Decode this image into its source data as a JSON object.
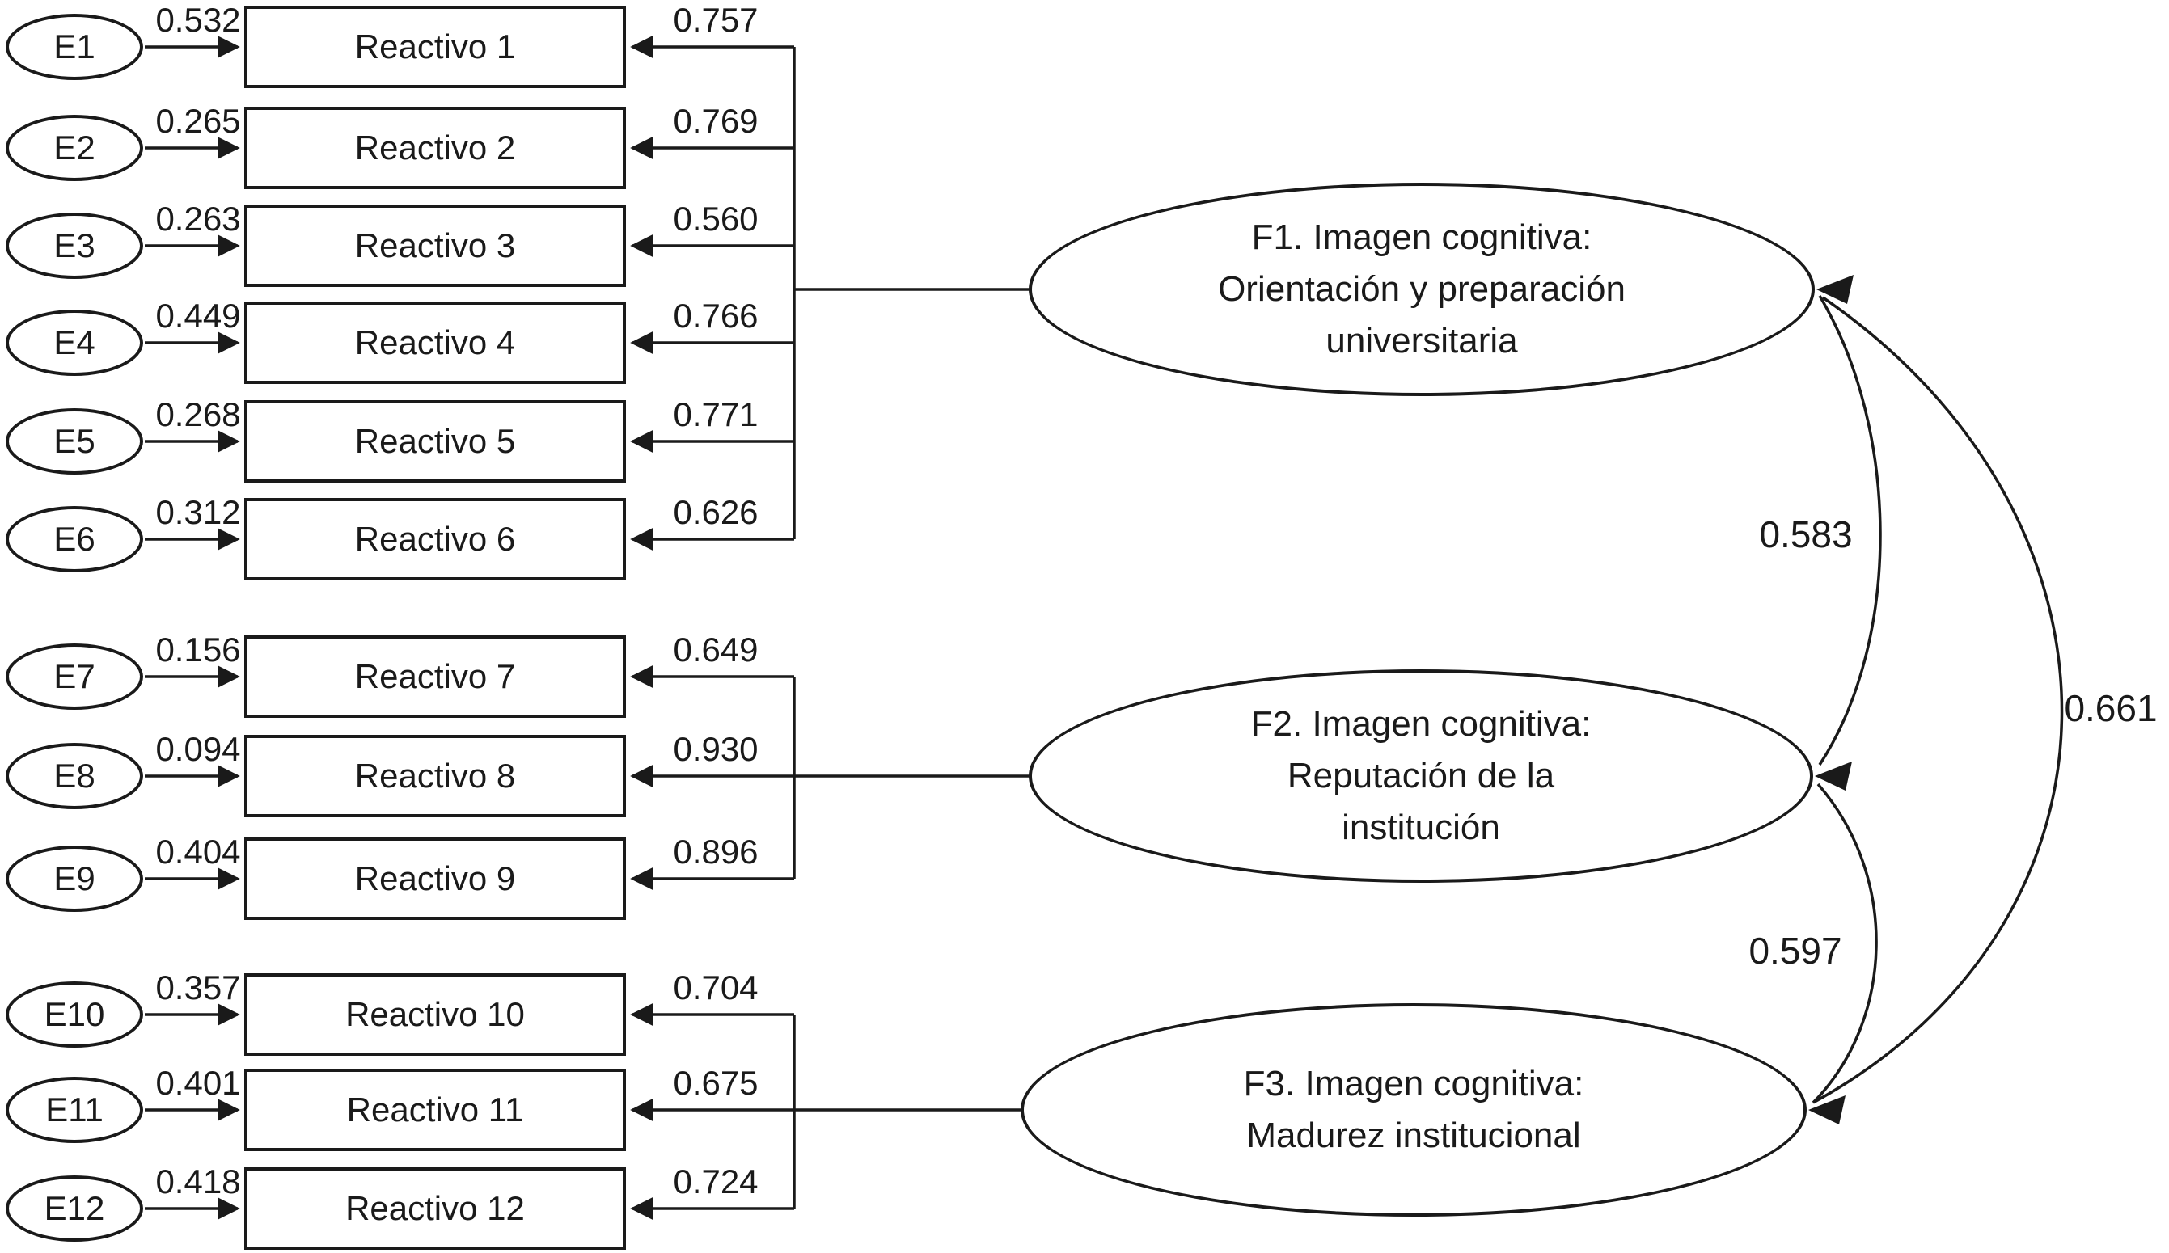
{
  "figure": {
    "type": "confirmatory-factor-path-diagram",
    "colors": {
      "ink": "#1a1a1a",
      "background": "#ffffff"
    },
    "rows": [
      {
        "error": "E1",
        "error_variance": "0.532",
        "item": "Reactivo 1",
        "loading": "0.757",
        "factor": "F1"
      },
      {
        "error": "E2",
        "error_variance": "0.265",
        "item": "Reactivo 2",
        "loading": "0.769",
        "factor": "F1"
      },
      {
        "error": "E3",
        "error_variance": "0.263",
        "item": "Reactivo 3",
        "loading": "0.560",
        "factor": "F1"
      },
      {
        "error": "E4",
        "error_variance": "0.449",
        "item": "Reactivo 4",
        "loading": "0.766",
        "factor": "F1"
      },
      {
        "error": "E5",
        "error_variance": "0.268",
        "item": "Reactivo 5",
        "loading": "0.771",
        "factor": "F1"
      },
      {
        "error": "E6",
        "error_variance": "0.312",
        "item": "Reactivo 6",
        "loading": "0.626",
        "factor": "F1"
      },
      {
        "error": "E7",
        "error_variance": "0.156",
        "item": "Reactivo 7",
        "loading": "0.649",
        "factor": "F2"
      },
      {
        "error": "E8",
        "error_variance": "0.094",
        "item": "Reactivo 8",
        "loading": "0.930",
        "factor": "F2"
      },
      {
        "error": "E9",
        "error_variance": "0.404",
        "item": "Reactivo 9",
        "loading": "0.896",
        "factor": "F2"
      },
      {
        "error": "E10",
        "error_variance": "0.357",
        "item": "Reactivo 10",
        "loading": "0.704",
        "factor": "F3"
      },
      {
        "error": "E11",
        "error_variance": "0.401",
        "item": "Reactivo 11",
        "loading": "0.675",
        "factor": "F3"
      },
      {
        "error": "E12",
        "error_variance": "0.418",
        "item": "Reactivo 12",
        "loading": "0.724",
        "factor": "F3"
      }
    ],
    "factors": [
      {
        "id": "F1",
        "lines": [
          "F1. Imagen cognitiva:",
          "Orientación y preparación",
          "universitaria"
        ]
      },
      {
        "id": "F2",
        "lines": [
          "F2. Imagen cognitiva:",
          "Reputación de la",
          "institución"
        ]
      },
      {
        "id": "F3",
        "lines": [
          "F3. Imagen cognitiva:",
          "Madurez institucional"
        ]
      }
    ],
    "correlations": [
      {
        "pair": "F1-F2",
        "value": "0.583"
      },
      {
        "pair": "F2-F3",
        "value": "0.597"
      },
      {
        "pair": "F1-F3",
        "value": "0.661"
      }
    ]
  }
}
